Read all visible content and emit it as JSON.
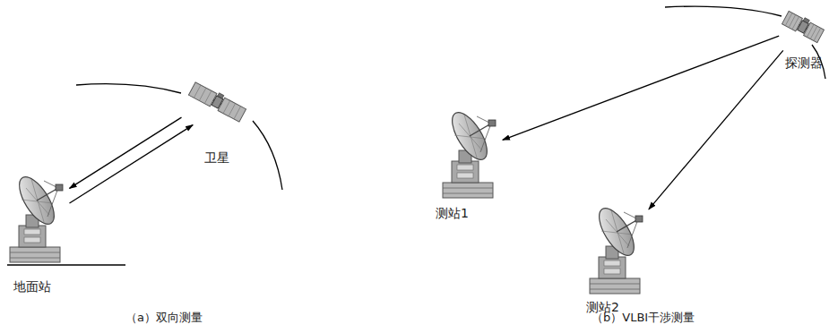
{
  "diagram": {
    "nodes": [
      {
        "text": [
          "卫星"
        ]
      },
      {
        "text": [
          "地面站"
        ]
      },
      {
        "text": [
          "探测器"
        ]
      },
      {
        "text": [
          "测站1"
        ]
      },
      {
        "text": [
          "测站2"
        ]
      }
    ],
    "edges": [
      {
        "from": 1,
        "to": 0,
        "arrow": "to"
      },
      {
        "from": 0,
        "to": 1,
        "arrow": "to"
      },
      {
        "from": 2,
        "to": 3,
        "arrow": "to"
      },
      {
        "from": 2,
        "to": 4,
        "arrow": "to"
      }
    ],
    "labels": [
      "（a）双向测量",
      "（b）VLBI干涉测量"
    ]
  }
}
